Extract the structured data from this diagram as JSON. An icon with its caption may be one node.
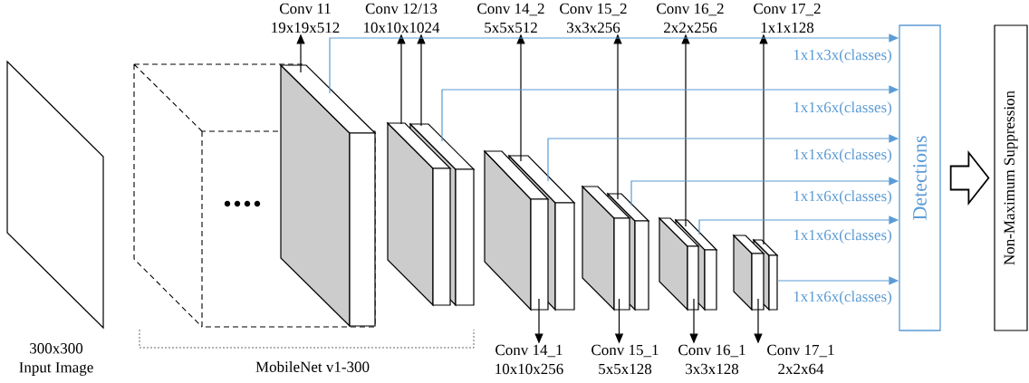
{
  "diagram": {
    "nodes": [
      {
        "text": [
          "300x300",
          "Input Image"
        ]
      },
      {
        "text": [],
        "shape": "box"
      },
      {
        "text": [],
        "shape": "box"
      },
      {
        "text": [],
        "shape": "box"
      },
      {
        "text": [],
        "shape": "box"
      },
      {
        "text": [],
        "shape": "box"
      },
      {
        "text": [],
        "shape": "box"
      },
      {
        "text": [],
        "shape": "box"
      },
      {
        "text": [],
        "shape": "box"
      },
      {
        "text": [],
        "shape": "box"
      },
      {
        "text": [],
        "shape": "box"
      },
      {
        "text": [],
        "shape": "box"
      },
      {
        "text": [
          "Conv 11",
          "19x19x512"
        ]
      },
      {
        "text": [
          "Conv 12/13",
          "10x10x1024"
        ]
      },
      {
        "text": [
          "Conv 14_2",
          "5x5x512"
        ]
      },
      {
        "text": [
          "Conv 15_2",
          "3x3x256"
        ]
      },
      {
        "text": [
          "Conv 16_2",
          "2x2x256"
        ]
      },
      {
        "text": [
          "Conv 17_2",
          "1x1x128"
        ]
      },
      {
        "text": [
          "Conv 14_1",
          "10x10x256"
        ]
      },
      {
        "text": [
          "Conv 15_1",
          "5x5x128"
        ]
      },
      {
        "text": [
          "Conv 16_1",
          "3x3x128"
        ]
      },
      {
        "text": [
          "Conv 17_1",
          "2x2x64"
        ]
      },
      {
        "text": [
          "Detections"
        ]
      },
      {
        "text": [
          "Non-Maximum Suppression"
        ]
      }
    ],
    "edges": [
      {
        "from": 1,
        "to": 12,
        "arrow": "to"
      },
      {
        "from": 2,
        "to": 13,
        "arrow": "to"
      },
      {
        "from": 3,
        "to": 13,
        "arrow": "to"
      },
      {
        "from": 5,
        "to": 14,
        "arrow": "to"
      },
      {
        "from": 7,
        "to": 15,
        "arrow": "to"
      },
      {
        "from": 9,
        "to": 16,
        "arrow": "to"
      },
      {
        "from": 11,
        "to": 17,
        "arrow": "to"
      },
      {
        "from": 4,
        "to": 18,
        "arrow": "to"
      },
      {
        "from": 6,
        "to": 19,
        "arrow": "to"
      },
      {
        "from": 8,
        "to": 20,
        "arrow": "to"
      },
      {
        "from": 10,
        "to": 21,
        "arrow": "to"
      },
      {
        "from": 1,
        "to": 22,
        "arrow": "to",
        "label": "1x1x3x(classes)",
        "color": "#5b9bd5"
      },
      {
        "from": 3,
        "to": 22,
        "arrow": "to",
        "label": "1x1x6x(classes)",
        "color": "#5b9bd5"
      },
      {
        "from": 5,
        "to": 22,
        "arrow": "to",
        "label": "1x1x6x(classes)",
        "color": "#5b9bd5"
      },
      {
        "from": 7,
        "to": 22,
        "arrow": "to",
        "label": "1x1x6x(classes)",
        "color": "#5b9bd5"
      },
      {
        "from": 9,
        "to": 22,
        "arrow": "to",
        "label": "1x1x6x(classes)",
        "color": "#5b9bd5"
      },
      {
        "from": 11,
        "to": 22,
        "arrow": "to",
        "label": "1x1x6x(classes)",
        "color": "#5b9bd5"
      },
      {
        "from": 22,
        "to": 23,
        "arrow": "to",
        "style": "thick"
      }
    ],
    "labels": [
      "MobileNet v1-300"
    ]
  }
}
